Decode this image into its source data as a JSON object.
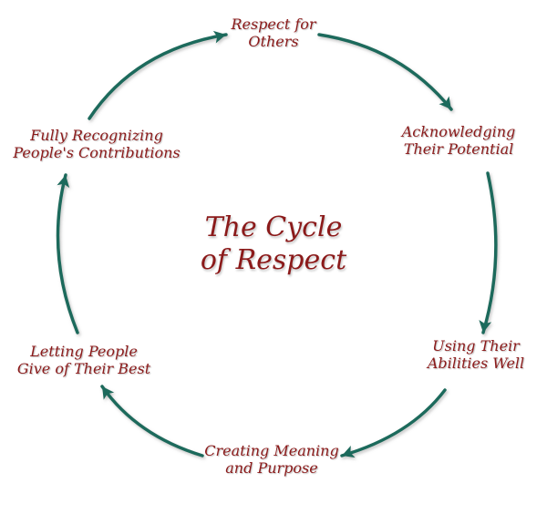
{
  "diagram": {
    "title_line1": "The Cycle",
    "title_line2": "of Respect",
    "nodes": [
      {
        "line1": "Respect for",
        "line2": "Others"
      },
      {
        "line1": "Acknowledging",
        "line2": "Their Potential"
      },
      {
        "line1": "Using Their",
        "line2": "Abilities Well"
      },
      {
        "line1": "Creating Meaning",
        "line2": "and Purpose"
      },
      {
        "line1": "Letting People",
        "line2": "Give of Their Best"
      },
      {
        "line1": "Fully Recognizing",
        "line2": "People's Contributions"
      }
    ],
    "colors": {
      "text": "#8b1a1a",
      "arrow": "#1e6b5c"
    }
  }
}
